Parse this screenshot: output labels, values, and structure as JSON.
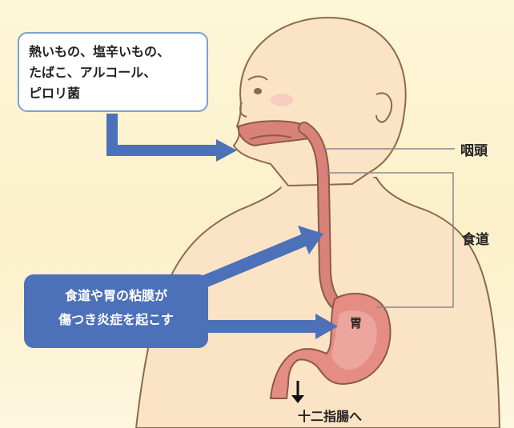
{
  "causes_callout": {
    "lines": [
      "熱いもの、塩辛いもの、",
      "たばこ、アルコール、",
      "ピロリ菌"
    ]
  },
  "inflammation_callout": {
    "lines": [
      "食道や胃の粘膜が",
      "傷つき炎症を起こす"
    ]
  },
  "labels": {
    "pharynx": "咽頭",
    "esophagus": "食道",
    "stomach": "胃",
    "duodenum": "十二指腸へ"
  },
  "colors": {
    "skin": "#fbe3c6",
    "outline": "#8a6a4a",
    "organ": "#d9827a",
    "organ_inner": "#f0b1a6",
    "arrow": "#4d71b8"
  }
}
